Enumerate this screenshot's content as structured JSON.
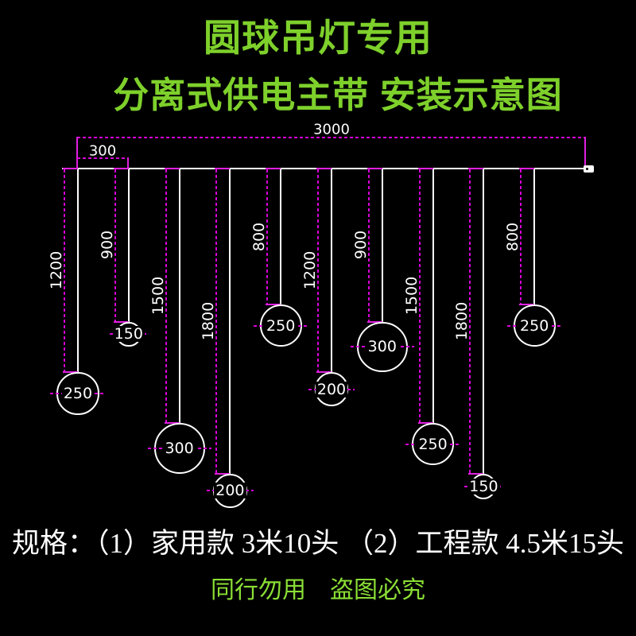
{
  "background": "#000000",
  "title": {
    "line1": "圆球吊灯专用",
    "line2": "分离式供电主带 安装示意图",
    "color": "#7ed02b"
  },
  "diagram": {
    "colors": {
      "wire_white": "#ffffff",
      "dimension_magenta": "#d800d8",
      "label_white": "#ffffff"
    },
    "overall_length_label": "3000",
    "spacing_label": "300",
    "lights": [
      {
        "drop_length": "1200",
        "ball_diameter": "250"
      },
      {
        "drop_length": "900",
        "ball_diameter": "150"
      },
      {
        "drop_length": "1500",
        "ball_diameter": "300"
      },
      {
        "drop_length": "1800",
        "ball_diameter": "200"
      },
      {
        "drop_length": "800",
        "ball_diameter": "250"
      },
      {
        "drop_length": "1200",
        "ball_diameter": "200"
      },
      {
        "drop_length": "900",
        "ball_diameter": "300"
      },
      {
        "drop_length": "1500",
        "ball_diameter": "250"
      },
      {
        "drop_length": "1800",
        "ball_diameter": "150"
      },
      {
        "drop_length": "800",
        "ball_diameter": "250"
      }
    ]
  },
  "spec_line": "规格：（1）家用款 3米10头 （2）工程款 4.5米15头",
  "watermark": "同行勿用　盗图必究",
  "watermark_color": "#8ade35"
}
